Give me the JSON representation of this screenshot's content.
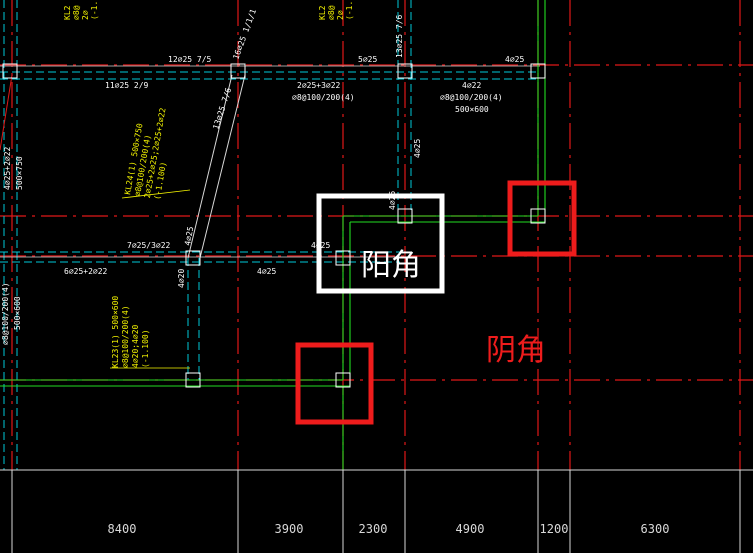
{
  "colors": {
    "background": "#000000",
    "beam_line": "#d9d9d9",
    "beam_dash": "#00c8d8",
    "axis": "#e01818",
    "wall": "#22dd22",
    "column": "#ffffff",
    "annotation": "#f5f500",
    "highlight_red": "#ee1c1c",
    "highlight_white": "#ffffff"
  },
  "callouts": {
    "yang_jiao": "阳角",
    "yin_jiao": "阴角"
  },
  "dimensions": [
    "8400",
    "3900",
    "2300",
    "4900",
    "1200",
    "6300"
  ],
  "beam_labels": {
    "t1": "12⌀25 7/5",
    "t2": "16⌀25 1/1/1",
    "t3": "5⌀25",
    "t4": "13⌀25 7/6",
    "t5": "4⌀25",
    "t6": "11⌀25 2/9",
    "t7": "2⌀25+3⌀22",
    "t8": "⌀8@100/200(4)",
    "t9": "4⌀22",
    "t10": "⌀8@100/200(4)",
    "t11": "500×600",
    "t12": "13⌀25 7/6",
    "t13": "4⌀25",
    "t14": "4⌀25",
    "t15": "7⌀25/3⌀22",
    "t16": "4⌀25",
    "t17": "4⌀25",
    "t18": "6⌀25+2⌀22",
    "t19": "4⌀25",
    "t20": "4⌀20",
    "t21": "4⌀25+2⌀22",
    "t22": "500×750",
    "t23": "⌀8@100/200(4)",
    "t24": "500×600"
  },
  "beam_specs": {
    "kl24": [
      "KL24(1) 500×750",
      "⌀8@100/200(4)",
      "2⌀25+2⌀25;2⌀25+2⌀22",
      "(-1.100)"
    ],
    "kl23": [
      "KL23(1) 500×600",
      "⌀8@100/200(4)",
      "4⌀20;4⌀20",
      "(-1.100)"
    ],
    "top_left": [
      "KL2",
      "⌀8@",
      "2⌀",
      "(-1."
    ],
    "top_mid": [
      "KL2",
      "⌀8@",
      "2⌀",
      "(-1."
    ]
  }
}
